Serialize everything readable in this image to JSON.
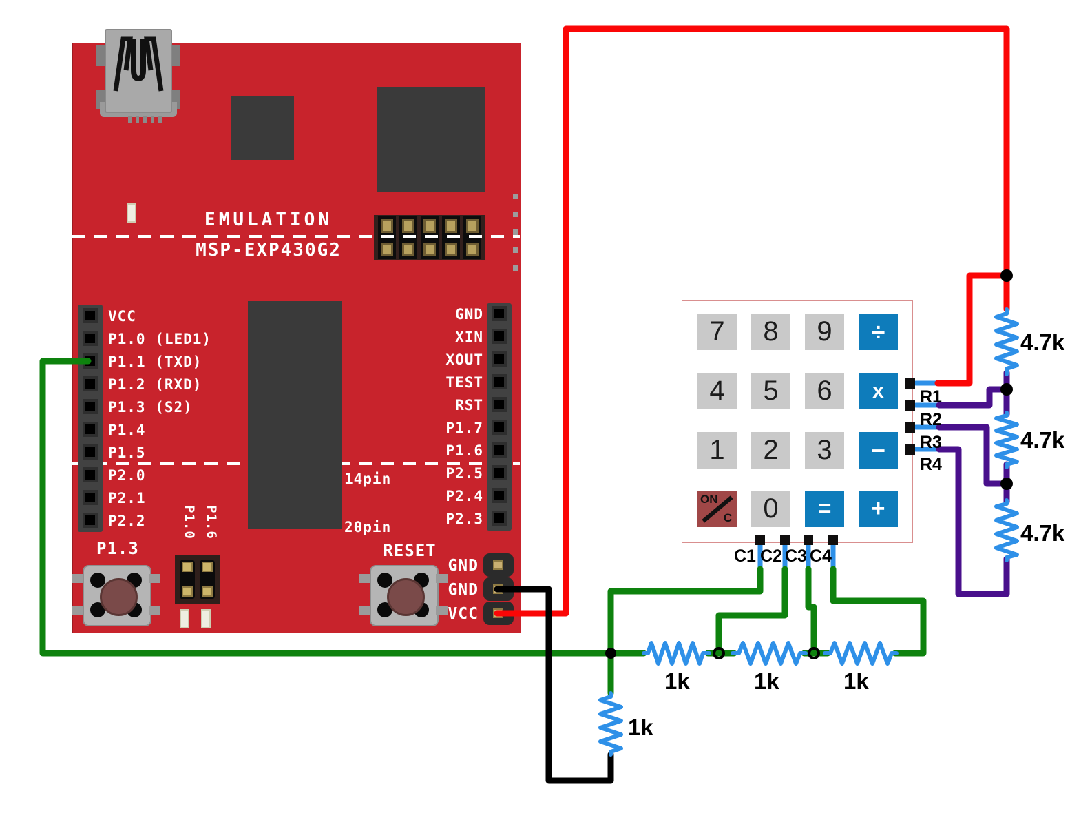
{
  "colors": {
    "board-red": "#c8232c",
    "chip-dark": "#3a3a3a",
    "silkscreen": "#ffffff",
    "wire-red": "#fb0606",
    "wire-green": "#0e820e",
    "wire-black": "#000000",
    "wire-blue": "#2e90e8",
    "wire-purple": "#49108c",
    "key-gray": "#c9c9c9",
    "key-blue": "#0e7cbb",
    "key-onc": "#a04747",
    "keypad-border": "#d98f8f"
  },
  "board": {
    "silkscreen": {
      "emulation": "EMULATION",
      "model": "MSP-EXP430G2",
      "pin14": "14pin",
      "pin20": "20pin"
    },
    "left_pins": [
      "VCC",
      "P1.0 (LED1)",
      "P1.1 (TXD)",
      "P1.2 (RXD)",
      "P1.3 (S2)",
      "P1.4",
      "P1.5",
      "P2.0",
      "P2.1",
      "P2.2"
    ],
    "right_pins": [
      "GND",
      "XIN",
      "XOUT",
      "TEST",
      "RST",
      "P1.7",
      "P1.6",
      "P2.5",
      "P2.4",
      "P2.3"
    ],
    "buttons": {
      "left": "P1.3",
      "right": "RESET"
    },
    "jumper_labels": [
      "P1.0",
      "P1.6"
    ],
    "power_pins": [
      "GND",
      "GND",
      "VCC"
    ]
  },
  "keypad": {
    "keys": [
      "7",
      "8",
      "9",
      "÷",
      "4",
      "5",
      "6",
      "x",
      "1",
      "2",
      "3",
      "−",
      "ON/C",
      "0",
      "=",
      "+"
    ],
    "onc": {
      "on": "ON",
      "c": "C"
    },
    "row_pins": [
      "R1",
      "R2",
      "R3",
      "R4"
    ],
    "col_pins": [
      "C1",
      "C2",
      "C3",
      "C4"
    ]
  },
  "resistors": {
    "row_pullups": [
      "4.7k",
      "4.7k",
      "4.7k"
    ],
    "column_series": [
      "1k",
      "1k",
      "1k"
    ],
    "ground_resistor": "1k"
  }
}
